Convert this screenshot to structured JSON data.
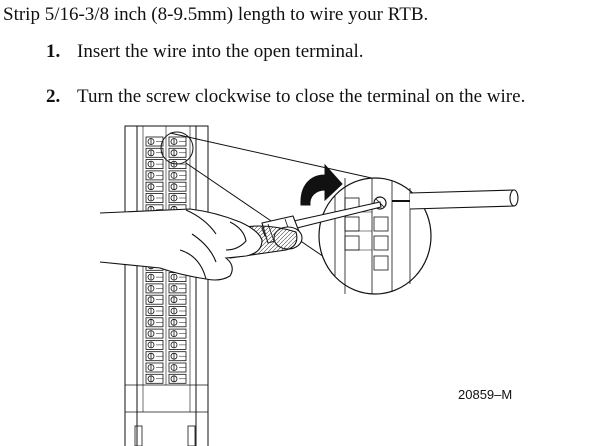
{
  "intro": "Strip 5/16-3/8 inch (8-9.5mm) length to wire your RTB.",
  "steps": [
    {
      "number": "1.",
      "text": "Insert the wire into the open terminal."
    },
    {
      "number": "2.",
      "text": "Turn the screw clockwise to close the terminal on the wire."
    }
  ],
  "figure": {
    "code": "20859–M"
  }
}
